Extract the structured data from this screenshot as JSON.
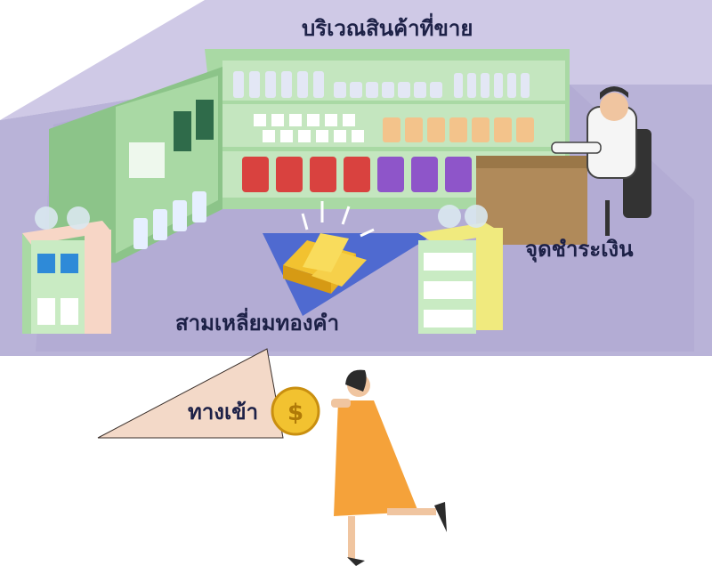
{
  "labels": {
    "sales_area": "บริเวณสินค้าที่ขาย",
    "checkout": "จุดชำระเงิน",
    "gold_triangle": "สามเหลี่ยมทองคำ",
    "entrance": "ทางเข้า"
  },
  "colors": {
    "floor": "#b9b3d8",
    "wall": "#cfc9e6",
    "shelf": "#a9d9a4",
    "shelf_dark": "#8cc489",
    "triangle": "#4f6ad0",
    "gold": "#f2c230",
    "counter": "#b08a5a",
    "entrance_wedge": "#f3d9c8",
    "dress": "#f5a23a"
  },
  "icons": {
    "gold": "gold-bars-icon",
    "coin": "coin-dollar-icon",
    "cashier": "cashier-person-icon",
    "customer": "customer-woman-icon"
  }
}
